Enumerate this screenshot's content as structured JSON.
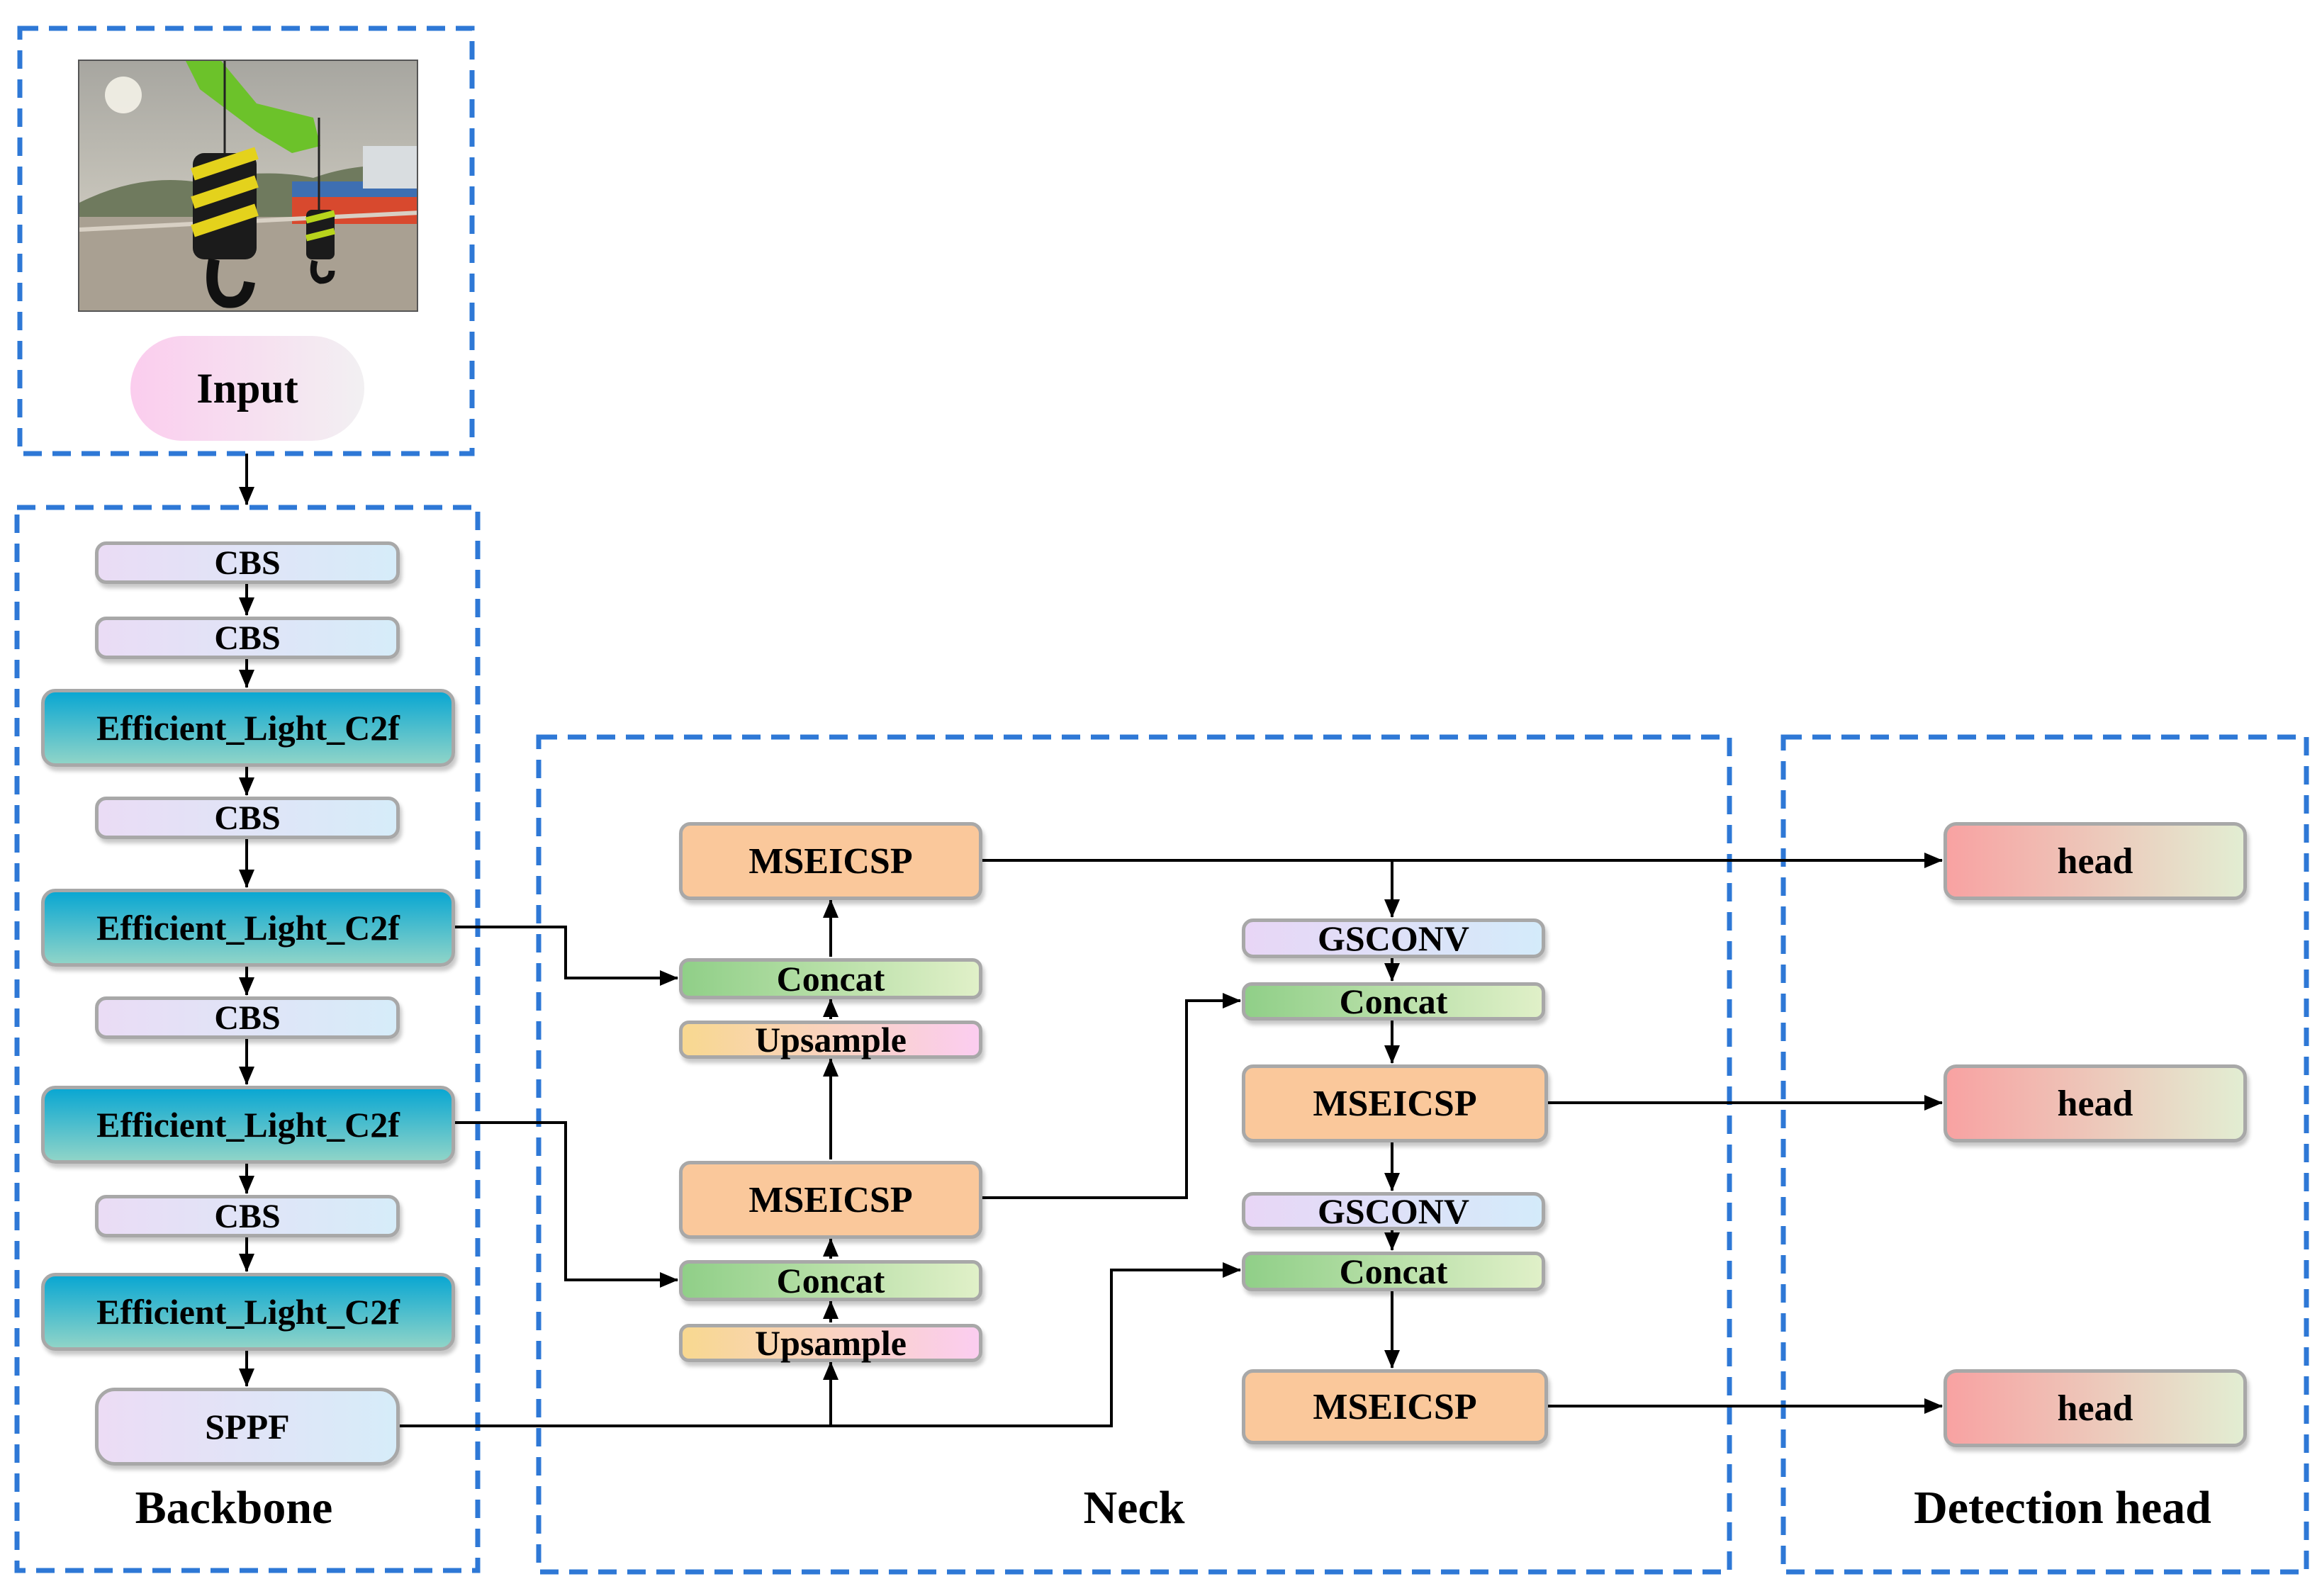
{
  "input": {
    "label": "Input"
  },
  "backbone": {
    "label": "Backbone",
    "blocks": [
      "CBS",
      "CBS",
      "Efficient_Light_C2f",
      "CBS",
      "Efficient_Light_C2f",
      "CBS",
      "Efficient_Light_C2f",
      "CBS",
      "Efficient_Light_C2f",
      "SPPF"
    ]
  },
  "neck": {
    "label": "Neck",
    "left_column": [
      "MSEICSP",
      "Concat",
      "Upsample",
      "MSEICSP",
      "Concat",
      "Upsample"
    ],
    "right_column": [
      "GSCONV",
      "Concat",
      "MSEICSP",
      "GSCONV",
      "Concat",
      "MSEICSP"
    ]
  },
  "detection": {
    "label": "Detection head",
    "heads": [
      "head",
      "head",
      "head"
    ]
  },
  "colors": {
    "section_border": "#2e78d6",
    "arrow": "#000000",
    "msecsp": "#fac89b",
    "concat": "#90cf88",
    "elc": "#0aa7d2"
  },
  "photo": {
    "subject": "crane-hook-photo"
  }
}
